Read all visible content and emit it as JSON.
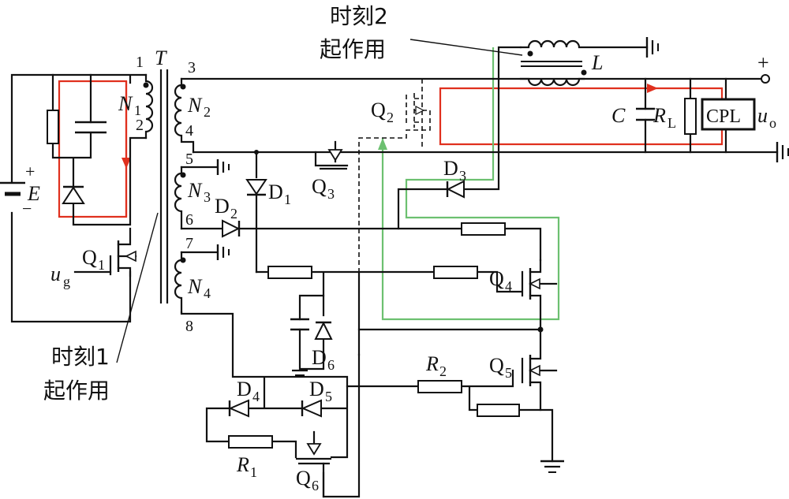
{
  "annotations": {
    "moment2_line1": "时刻2",
    "moment2_line2": "起作用",
    "moment1_line1": "时刻1",
    "moment1_line2": "起作用"
  },
  "labels": {
    "transformer": "T",
    "inductor": "L",
    "plus": "+",
    "source": "E",
    "source_plus": "+",
    "source_minus": "−",
    "n1": "N",
    "n1_sub": "1",
    "n2": "N",
    "n2_sub": "2",
    "n3": "N",
    "n3_sub": "3",
    "n4": "N",
    "n4_sub": "4",
    "pin1": "1",
    "pin2": "2",
    "pin3": "3",
    "pin4": "4",
    "pin5": "5",
    "pin6": "6",
    "pin7": "7",
    "pin8": "8",
    "q1": "Q",
    "q1_sub": "1",
    "q2": "Q",
    "q2_sub": "2",
    "q3": "Q",
    "q3_sub": "3",
    "q4": "Q",
    "q4_sub": "4",
    "q5": "Q",
    "q5_sub": "5",
    "q6": "Q",
    "q6_sub": "6",
    "d1": "D",
    "d1_sub": "1",
    "d2": "D",
    "d2_sub": "2",
    "d3": "D",
    "d3_sub": "3",
    "d4": "D",
    "d4_sub": "4",
    "d5": "D",
    "d5_sub": "5",
    "d6": "D",
    "d6_sub": "6",
    "r1": "R",
    "r1_sub": "1",
    "r2": "R",
    "r2_sub": "2",
    "c": "C",
    "rl": "R",
    "rl_sub": "L",
    "cpl": "CPL",
    "uo": "u",
    "uo_sub": "o",
    "ug": "u",
    "ug_sub": "g"
  },
  "colors": {
    "wire": "#111111",
    "path_moment1": "#e0301e",
    "path_moment2": "#6cc070"
  }
}
